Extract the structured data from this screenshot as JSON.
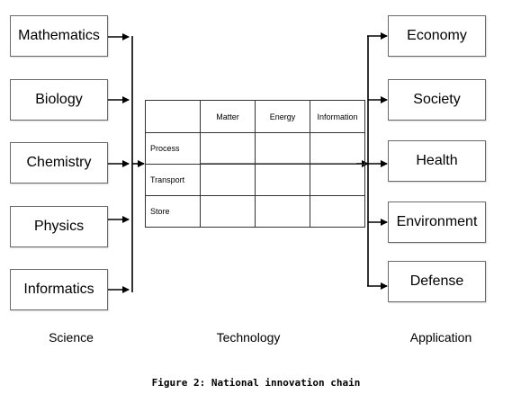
{
  "science": {
    "label": "Science",
    "items": [
      "Mathematics",
      "Biology",
      "Chemistry",
      "Physics",
      "Informatics"
    ]
  },
  "technology": {
    "label": "Technology",
    "columns": [
      "Matter",
      "Energy",
      "Information"
    ],
    "rows": [
      "Process",
      "Transport",
      "Store"
    ]
  },
  "application": {
    "label": "Application",
    "items": [
      "Economy",
      "Society",
      "Health",
      "Environment",
      "Defense"
    ]
  },
  "caption": "Figure 2: National innovation chain"
}
